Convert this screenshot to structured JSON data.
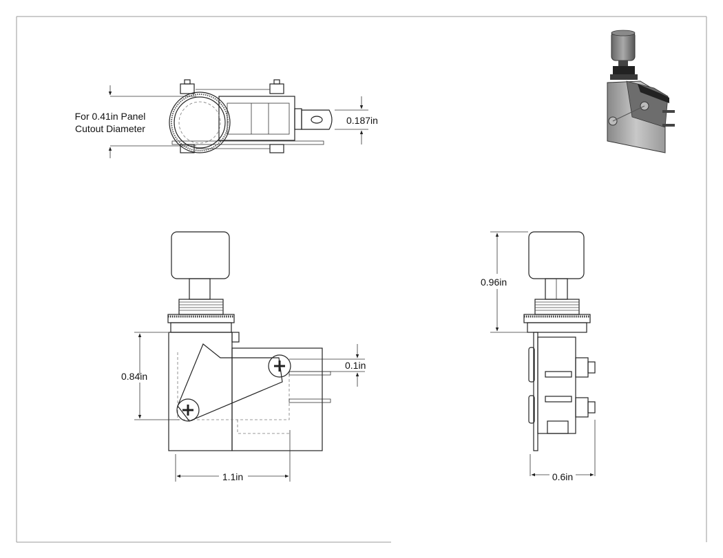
{
  "drawing": {
    "dimensions": {
      "panel_cutout_line1": "For 0.41in Panel",
      "panel_cutout_line2": "Cutout Diameter",
      "terminal_width": "0.187in",
      "body_height": "0.84in",
      "terminal_spacing": "0.1in",
      "body_length": "1.1in",
      "overall_height": "0.96in",
      "body_depth": "0.6in"
    }
  }
}
